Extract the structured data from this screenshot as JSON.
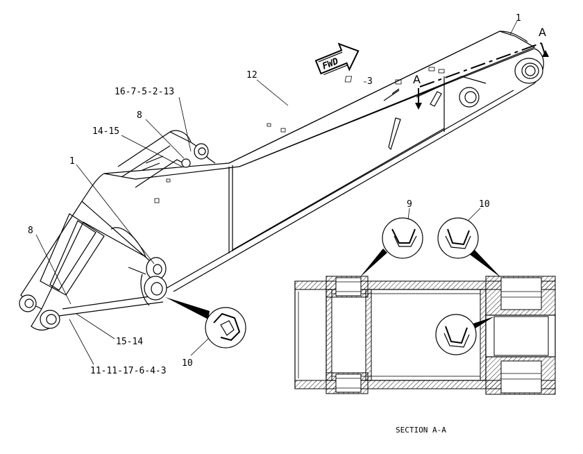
{
  "diagram": {
    "callouts": {
      "top_right_1": "1",
      "section_a_top": "A",
      "section_a_mid": "A",
      "item_12": "12",
      "item_3": "3",
      "fwd": "FWD",
      "group_16_13": "16-7-5-2-13",
      "item_8_top": "8",
      "group_14_15": "14-15",
      "item_1_left": "1",
      "item_8_left": "8",
      "group_15_14": "15-14",
      "group_11_3": "11-11-17-6-4-3",
      "item_10_left": "10",
      "item_9_section": "9",
      "item_10_section": "10"
    },
    "section_caption": "SECTION A-A"
  }
}
